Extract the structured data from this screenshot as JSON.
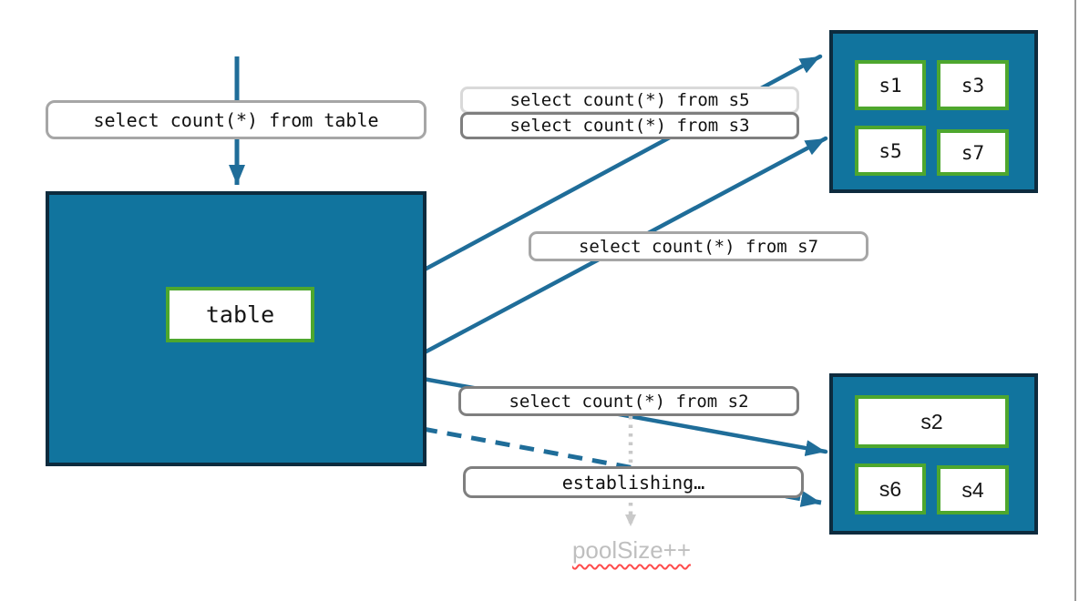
{
  "diagram": {
    "table_box": {
      "label": "table"
    },
    "labels": {
      "query_table": "select count(*) from table",
      "query_s5": "select count(*) from s5",
      "query_s3": "select count(*) from s3",
      "query_s7": "select count(*) from s7",
      "query_s2": "select count(*) from s2",
      "establishing": "establishing…",
      "pool_size": "poolSize++"
    },
    "shard_groups": {
      "top": [
        "s1",
        "s3",
        "s5",
        "s7"
      ],
      "bottom": [
        "s2",
        "s6",
        "s4"
      ]
    },
    "colors": {
      "teal_fill": "#11749E",
      "dark_border": "#0D2B3E",
      "arrow": "#1F6D99",
      "green_border": "#4EA72E",
      "label_border_light": "#D9D9D9",
      "label_border_medium": "#A6A6A6",
      "label_border_dark": "#7F7F7F",
      "muted_text": "#BFBFBF",
      "squiggle": "#FF4B4B",
      "dotted_connector": "#C9C9C9",
      "slide_edge": "#9A9A9A"
    }
  }
}
